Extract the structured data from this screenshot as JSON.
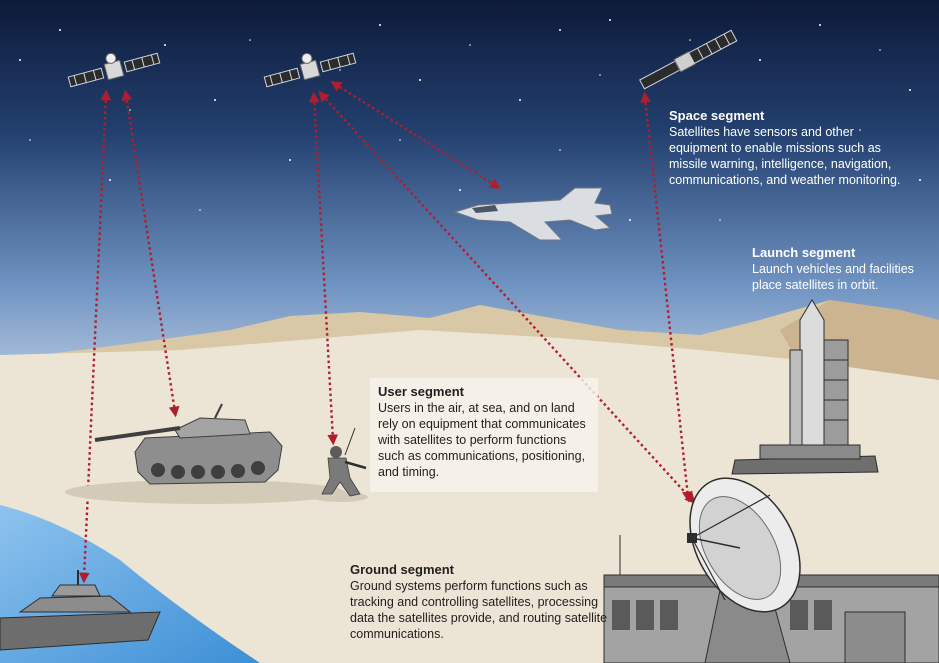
{
  "segments": {
    "space": {
      "title": "Space segment",
      "body": "Satellites have sensors and other equipment to enable missions such as missile warning, intelligence, navigation, communications, and weather monitoring."
    },
    "launch": {
      "title": "Launch segment",
      "body": "Launch vehicles and facilities place satellites in orbit."
    },
    "user": {
      "title": "User segment",
      "body": "Users in the air, at sea, and on land rely on equipment that communicates with satellites to perform functions such as communications, positioning, and timing."
    },
    "ground": {
      "title": "Ground segment",
      "body": "Ground systems perform functions such as tracking and controlling satellites, processing data the satellites provide, and routing satellite communications."
    }
  },
  "colors": {
    "sky_top": "#0d1a3a",
    "sky_bottom": "#7d9fc9",
    "desert": "#e9e1d1",
    "water": "#5fa6e0",
    "link_arrow": "#b01e2c",
    "equipment": "#8a8a8a"
  },
  "icons": [
    "satellite-icon",
    "jet-icon",
    "tank-icon",
    "soldier-icon",
    "ship-icon",
    "rocket-icon",
    "dish-icon"
  ]
}
